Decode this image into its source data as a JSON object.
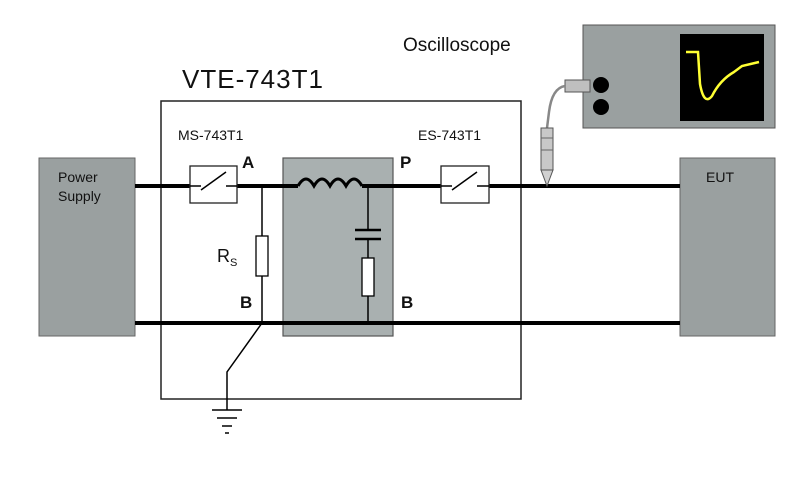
{
  "title": "VTE-743T1",
  "oscilloscope": {
    "label": "Oscilloscope"
  },
  "power_supply": {
    "line1": "Power",
    "line2": "Supply"
  },
  "eut": {
    "label": "EUT"
  },
  "switch_left": {
    "label": "MS-743T1"
  },
  "switch_right": {
    "label": "ES-743T1"
  },
  "nodes": {
    "a": "A",
    "p": "P",
    "b_left": "B",
    "b_right": "B"
  },
  "resistor": {
    "symbol": "R",
    "subscript": "S"
  },
  "colors": {
    "box_fill": "#9aa0a0",
    "filter_fill": "#a9b0b0",
    "screen_bg": "#000000",
    "trace": "#ffff33",
    "wire": "#000000"
  }
}
